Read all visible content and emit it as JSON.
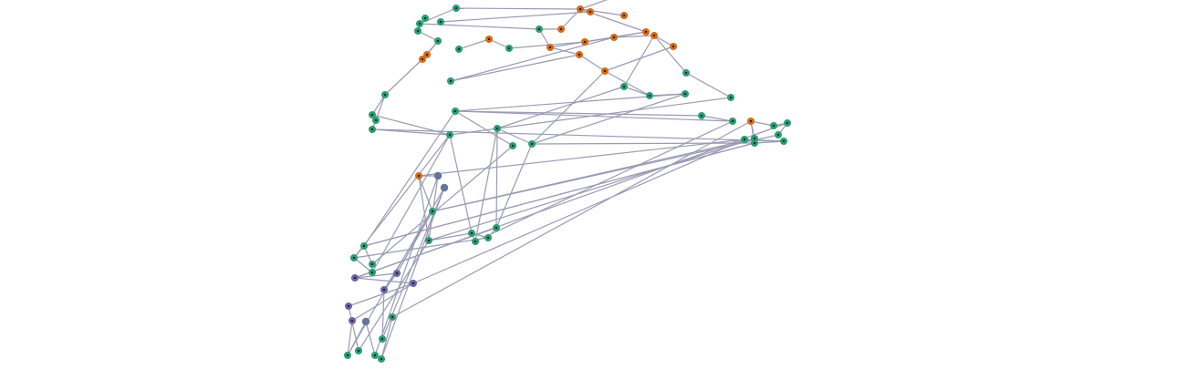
{
  "graph": {
    "colors": {
      "edge": "#9a9ab4",
      "green": "#2a9d72",
      "orange": "#d46a18",
      "purple": "#6b63a6",
      "slate": "#66749c",
      "center": "#1a1a1a"
    },
    "nodes": [
      {
        "id": "n1",
        "group": "orange"
      },
      {
        "id": "n2",
        "group": "orange"
      },
      {
        "id": "n3",
        "group": "orange"
      },
      {
        "id": "n4",
        "group": "green"
      },
      {
        "id": "n5",
        "group": "green"
      },
      {
        "id": "n6",
        "group": "green"
      },
      {
        "id": "n7",
        "group": "green"
      },
      {
        "id": "n8",
        "group": "green"
      },
      {
        "id": "n9",
        "group": "green"
      },
      {
        "id": "n10",
        "group": "green"
      },
      {
        "id": "n11",
        "group": "green"
      },
      {
        "id": "n12",
        "group": "orange"
      },
      {
        "id": "n13",
        "group": "orange"
      },
      {
        "id": "n14",
        "group": "green"
      },
      {
        "id": "n15",
        "group": "orange"
      },
      {
        "id": "n16",
        "group": "green"
      },
      {
        "id": "n17",
        "group": "orange"
      },
      {
        "id": "n18",
        "group": "orange"
      },
      {
        "id": "n19",
        "group": "orange"
      },
      {
        "id": "n20",
        "group": "orange"
      },
      {
        "id": "n21",
        "group": "orange"
      },
      {
        "id": "n22",
        "group": "orange"
      },
      {
        "id": "n23",
        "group": "orange"
      },
      {
        "id": "n24",
        "group": "orange"
      },
      {
        "id": "n25",
        "group": "orange"
      },
      {
        "id": "n26",
        "group": "green"
      },
      {
        "id": "n27",
        "group": "green"
      },
      {
        "id": "n28",
        "group": "green"
      },
      {
        "id": "n29",
        "group": "green"
      },
      {
        "id": "n30",
        "group": "green"
      },
      {
        "id": "n31",
        "group": "green"
      },
      {
        "id": "n32",
        "group": "green"
      },
      {
        "id": "n33",
        "group": "green"
      },
      {
        "id": "n34",
        "group": "green"
      },
      {
        "id": "n35",
        "group": "green"
      },
      {
        "id": "n36",
        "group": "green"
      },
      {
        "id": "n37",
        "group": "green"
      },
      {
        "id": "n38",
        "group": "green"
      },
      {
        "id": "n39",
        "group": "green"
      },
      {
        "id": "n40",
        "group": "green"
      },
      {
        "id": "n41",
        "group": "green"
      },
      {
        "id": "n42",
        "group": "orange"
      },
      {
        "id": "n43",
        "group": "green"
      },
      {
        "id": "n44",
        "group": "green"
      },
      {
        "id": "n45",
        "group": "green"
      },
      {
        "id": "n46",
        "group": "green"
      },
      {
        "id": "n47",
        "group": "green"
      },
      {
        "id": "n48",
        "group": "green"
      },
      {
        "id": "n49",
        "group": "green"
      },
      {
        "id": "n50",
        "group": "orange"
      },
      {
        "id": "n51",
        "group": "slate"
      },
      {
        "id": "n52",
        "group": "slate"
      },
      {
        "id": "n53",
        "group": "green"
      },
      {
        "id": "n54",
        "group": "green"
      },
      {
        "id": "n55",
        "group": "green"
      },
      {
        "id": "n56",
        "group": "green"
      },
      {
        "id": "n57",
        "group": "green"
      },
      {
        "id": "n58",
        "group": "green"
      },
      {
        "id": "n59",
        "group": "green"
      },
      {
        "id": "n60",
        "group": "green"
      },
      {
        "id": "n61",
        "group": "green"
      },
      {
        "id": "n62",
        "group": "green"
      },
      {
        "id": "n63",
        "group": "purple"
      },
      {
        "id": "n64",
        "group": "purple"
      },
      {
        "id": "n65",
        "group": "purple"
      },
      {
        "id": "n66",
        "group": "purple"
      },
      {
        "id": "n67",
        "group": "purple"
      },
      {
        "id": "n68",
        "group": "purple"
      },
      {
        "id": "n69",
        "group": "slate"
      },
      {
        "id": "n70",
        "group": "green"
      },
      {
        "id": "n71",
        "group": "green"
      },
      {
        "id": "n72",
        "group": "green"
      },
      {
        "id": "n73",
        "group": "green"
      },
      {
        "id": "n74",
        "group": "green"
      },
      {
        "id": "n75",
        "group": "green"
      }
    ],
    "edges": [
      [
        "n1",
        "n4"
      ],
      [
        "n1",
        "n3"
      ],
      [
        "n1",
        "n17"
      ],
      [
        "n1",
        "n21"
      ],
      [
        "n2",
        "n6"
      ],
      [
        "n5",
        "n8"
      ],
      [
        "n4",
        "n7"
      ],
      [
        "n7",
        "n8"
      ],
      [
        "n7",
        "n9"
      ],
      [
        "n9",
        "n17"
      ],
      [
        "n9",
        "n18"
      ],
      [
        "n8",
        "n10"
      ],
      [
        "n10",
        "n12"
      ],
      [
        "n12",
        "n26"
      ],
      [
        "n10",
        "n13"
      ],
      [
        "n13",
        "n26"
      ],
      [
        "n26",
        "n27"
      ],
      [
        "n26",
        "n28"
      ],
      [
        "n28",
        "n36"
      ],
      [
        "n11",
        "n15"
      ],
      [
        "n15",
        "n16"
      ],
      [
        "n16",
        "n19"
      ],
      [
        "n19",
        "n20"
      ],
      [
        "n20",
        "n21"
      ],
      [
        "n20",
        "n22"
      ],
      [
        "n21",
        "n18"
      ],
      [
        "n14",
        "n20"
      ],
      [
        "n14",
        "n23"
      ],
      [
        "n18",
        "n23"
      ],
      [
        "n23",
        "n24"
      ],
      [
        "n24",
        "n32"
      ],
      [
        "n24",
        "n25"
      ],
      [
        "n22",
        "n25"
      ],
      [
        "n22",
        "n29"
      ],
      [
        "n29",
        "n30"
      ],
      [
        "n30",
        "n37"
      ],
      [
        "n22",
        "n31"
      ],
      [
        "n31",
        "n39"
      ],
      [
        "n31",
        "n32"
      ],
      [
        "n32",
        "n33"
      ],
      [
        "n33",
        "n38"
      ],
      [
        "n34",
        "n38"
      ],
      [
        "n34",
        "n35"
      ],
      [
        "n38",
        "n40"
      ],
      [
        "n39",
        "n41"
      ],
      [
        "n41",
        "n47"
      ],
      [
        "n47",
        "n46"
      ],
      [
        "n48",
        "n46"
      ],
      [
        "n42",
        "n49"
      ],
      [
        "n42",
        "n43"
      ],
      [
        "n43",
        "n44"
      ],
      [
        "n44",
        "n45"
      ],
      [
        "n45",
        "n53"
      ],
      [
        "n42",
        "n70"
      ],
      [
        "n28",
        "n36"
      ],
      [
        "n36",
        "n46"
      ],
      [
        "n46",
        "n47"
      ],
      [
        "n47",
        "n59"
      ],
      [
        "n59",
        "n60"
      ],
      [
        "n59",
        "n61"
      ],
      [
        "n60",
        "n62"
      ],
      [
        "n60",
        "n56"
      ],
      [
        "n58",
        "n57"
      ],
      [
        "n57",
        "n56"
      ],
      [
        "n56",
        "n55"
      ],
      [
        "n55",
        "n63"
      ],
      [
        "n63",
        "n64"
      ],
      [
        "n63",
        "n65"
      ],
      [
        "n64",
        "n66"
      ],
      [
        "n65",
        "n67"
      ],
      [
        "n65",
        "n68"
      ],
      [
        "n66",
        "n71"
      ],
      [
        "n67",
        "n72"
      ],
      [
        "n68",
        "n73"
      ],
      [
        "n69",
        "n73"
      ],
      [
        "n69",
        "n74"
      ],
      [
        "n52",
        "n71"
      ],
      [
        "n52",
        "n75"
      ],
      [
        "n51",
        "n74"
      ],
      [
        "n51",
        "n54"
      ],
      [
        "n50",
        "n54"
      ],
      [
        "n50",
        "n51"
      ],
      [
        "n49",
        "n54"
      ],
      [
        "n49",
        "n53"
      ],
      [
        "n48",
        "n50"
      ],
      [
        "n70",
        "n75"
      ],
      [
        "n61",
        "n62"
      ],
      [
        "n37",
        "n62"
      ],
      [
        "n40",
        "n61"
      ],
      [
        "n35",
        "n38"
      ],
      [
        "n27",
        "n37"
      ],
      [
        "n48",
        "n65"
      ],
      [
        "n53",
        "n66"
      ],
      [
        "n54",
        "n57"
      ],
      [
        "n57",
        "n58"
      ],
      [
        "n44",
        "n63"
      ],
      [
        "n47",
        "n59"
      ]
    ]
  }
}
